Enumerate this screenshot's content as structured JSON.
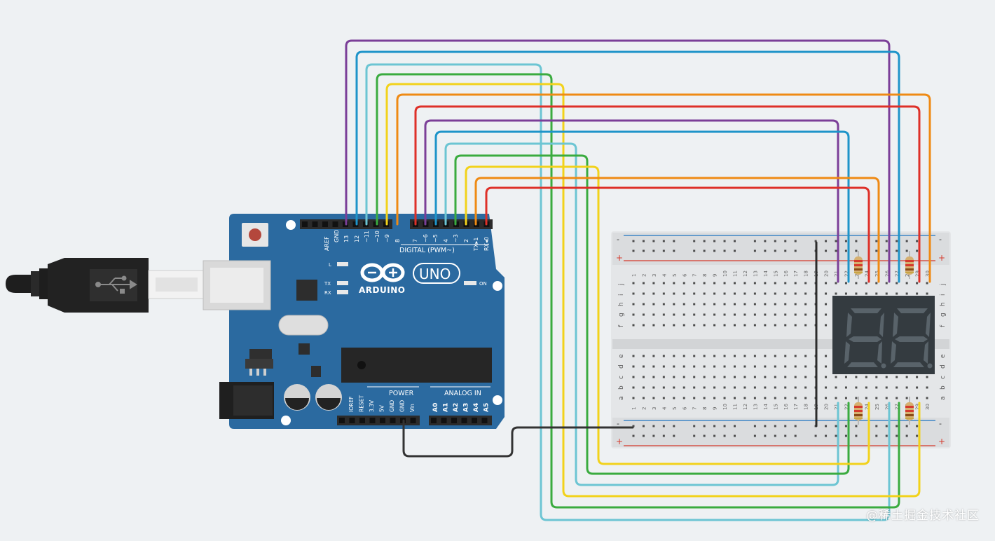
{
  "colors": {
    "background": "#eef1f3",
    "board": "#2b6aa0",
    "board_dark": "#1d527f",
    "header": "#2b2b2b",
    "breadboard": "#e4e6e8",
    "rail_red": "#d53a2c",
    "rail_blue": "#1f74c1",
    "display": "#343b40",
    "segment_off": "#59636a"
  },
  "wire_colors": [
    "#7b3f98",
    "#1e94c9",
    "#6cc5d3",
    "#3aab3f",
    "#f2d21b",
    "#ef8a14",
    "#de3028",
    "#333333"
  ],
  "arduino": {
    "brand": "ARDUINO",
    "model": "UNO",
    "digital_label": "DIGITAL (PWM~)",
    "power_label": "POWER",
    "analog_label": "ANALOG IN",
    "on_label": "ON",
    "l_label": "L",
    "tx_label": "TX",
    "rx_label": "RX",
    "digital_pins": [
      "AREF",
      "GND",
      "13",
      "12",
      "~11",
      "~10",
      "~9",
      "8",
      "7",
      "~6",
      "~5",
      "4",
      "~3",
      "2",
      "TX▸1",
      "RX◂0"
    ],
    "power_pins": [
      "IOREF",
      "RESET",
      "3.3V",
      "5V",
      "GND",
      "GND",
      "Vin"
    ],
    "analog_pins": [
      "A0",
      "A1",
      "A2",
      "A3",
      "A4",
      "A5"
    ]
  },
  "breadboard": {
    "top_rail_signs": [
      "-",
      "+"
    ],
    "bottom_rail_signs": [
      "-",
      "+"
    ],
    "rows_top": [
      "j",
      "i",
      "h",
      "g",
      "f"
    ],
    "rows_bottom": [
      "e",
      "d",
      "c",
      "b",
      "a"
    ],
    "column_numbers": [
      "1",
      "2",
      "3",
      "4",
      "5",
      "6",
      "7",
      "8",
      "9",
      "10",
      "11",
      "12",
      "13",
      "14",
      "15",
      "16",
      "17",
      "18",
      "19",
      "20",
      "21",
      "22",
      "23",
      "24",
      "25",
      "26",
      "27",
      "28",
      "29",
      "30"
    ]
  },
  "watermark": "@稀土掘金技术社区"
}
